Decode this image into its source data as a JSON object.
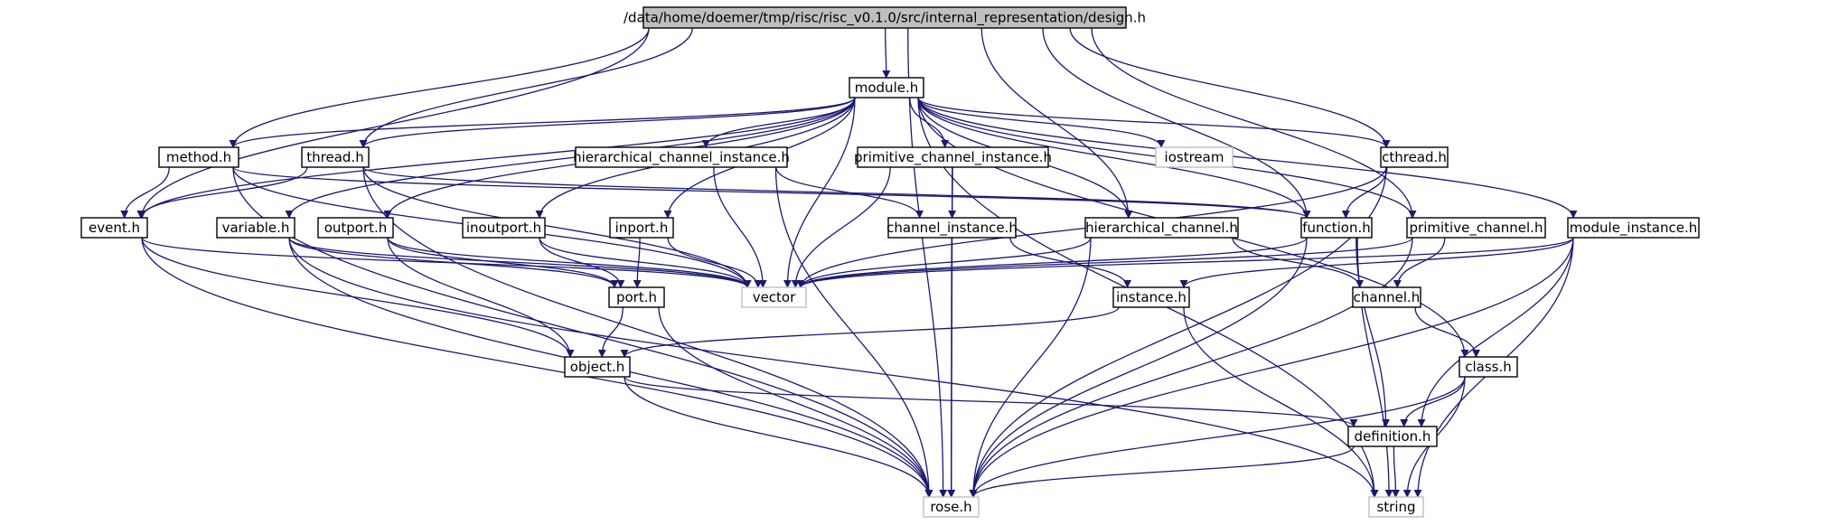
{
  "colors": {
    "edge": "#191970",
    "node_border": "#000000",
    "external_border": "#bfbfbf",
    "root_fill": "#bfbfbf",
    "node_fill": "#ffffff"
  },
  "nodes": [
    {
      "id": "design",
      "label": "/data/home/doemer/tmp/risc/risc_v0.1.0/src/internal_representation/design.h",
      "kind": "root"
    },
    {
      "id": "module",
      "label": "module.h",
      "kind": "file"
    },
    {
      "id": "method",
      "label": "method.h",
      "kind": "file"
    },
    {
      "id": "thread",
      "label": "thread.h",
      "kind": "file"
    },
    {
      "id": "hci",
      "label": "hierarchical_channel_instance.h",
      "kind": "file"
    },
    {
      "id": "pci",
      "label": "primitive_channel_instance.h",
      "kind": "file"
    },
    {
      "id": "iostream",
      "label": "iostream",
      "kind": "external"
    },
    {
      "id": "cthread",
      "label": "cthread.h",
      "kind": "file"
    },
    {
      "id": "event",
      "label": "event.h",
      "kind": "file"
    },
    {
      "id": "variable",
      "label": "variable.h",
      "kind": "file"
    },
    {
      "id": "outport",
      "label": "outport.h",
      "kind": "file"
    },
    {
      "id": "inoutport",
      "label": "inoutport.h",
      "kind": "file"
    },
    {
      "id": "inport",
      "label": "inport.h",
      "kind": "file"
    },
    {
      "id": "channel_instance",
      "label": "channel_instance.h",
      "kind": "file"
    },
    {
      "id": "hier_channel",
      "label": "hierarchical_channel.h",
      "kind": "file"
    },
    {
      "id": "function",
      "label": "function.h",
      "kind": "file"
    },
    {
      "id": "prim_channel",
      "label": "primitive_channel.h",
      "kind": "file"
    },
    {
      "id": "module_instance",
      "label": "module_instance.h",
      "kind": "file"
    },
    {
      "id": "vector",
      "label": "vector",
      "kind": "external"
    },
    {
      "id": "port",
      "label": "port.h",
      "kind": "file"
    },
    {
      "id": "instance",
      "label": "instance.h",
      "kind": "file"
    },
    {
      "id": "channel",
      "label": "channel.h",
      "kind": "file"
    },
    {
      "id": "object",
      "label": "object.h",
      "kind": "file"
    },
    {
      "id": "class",
      "label": "class.h",
      "kind": "file"
    },
    {
      "id": "definition",
      "label": "definition.h",
      "kind": "file"
    },
    {
      "id": "rose",
      "label": "rose.h",
      "kind": "external"
    },
    {
      "id": "string",
      "label": "string",
      "kind": "external"
    }
  ],
  "edges": [
    {
      "from": "design",
      "to": "module"
    },
    {
      "from": "design",
      "to": "method"
    },
    {
      "from": "design",
      "to": "thread"
    },
    {
      "from": "design",
      "to": "event"
    },
    {
      "from": "design",
      "to": "rose"
    },
    {
      "from": "design",
      "to": "cthread"
    },
    {
      "from": "design",
      "to": "prim_channel"
    },
    {
      "from": "design",
      "to": "function"
    },
    {
      "from": "design",
      "to": "hier_channel"
    },
    {
      "from": "module",
      "to": "method"
    },
    {
      "from": "module",
      "to": "thread"
    },
    {
      "from": "module",
      "to": "event"
    },
    {
      "from": "module",
      "to": "variable"
    },
    {
      "from": "module",
      "to": "outport"
    },
    {
      "from": "module",
      "to": "inoutport"
    },
    {
      "from": "module",
      "to": "inport"
    },
    {
      "from": "module",
      "to": "hci"
    },
    {
      "from": "module",
      "to": "pci"
    },
    {
      "from": "module",
      "to": "iostream"
    },
    {
      "from": "module",
      "to": "cthread"
    },
    {
      "from": "module",
      "to": "module_instance"
    },
    {
      "from": "module",
      "to": "class"
    },
    {
      "from": "module",
      "to": "vector"
    },
    {
      "from": "module",
      "to": "hier_channel"
    },
    {
      "from": "module",
      "to": "function"
    },
    {
      "from": "module",
      "to": "prim_channel"
    },
    {
      "from": "module",
      "to": "string"
    },
    {
      "from": "method",
      "to": "event"
    },
    {
      "from": "method",
      "to": "function"
    },
    {
      "from": "method",
      "to": "rose"
    },
    {
      "from": "method",
      "to": "vector"
    },
    {
      "from": "thread",
      "to": "event"
    },
    {
      "from": "thread",
      "to": "function"
    },
    {
      "from": "thread",
      "to": "rose"
    },
    {
      "from": "thread",
      "to": "vector"
    },
    {
      "from": "cthread",
      "to": "function"
    },
    {
      "from": "cthread",
      "to": "vector"
    },
    {
      "from": "cthread",
      "to": "rose"
    },
    {
      "from": "event",
      "to": "vector"
    },
    {
      "from": "event",
      "to": "object"
    },
    {
      "from": "event",
      "to": "rose"
    },
    {
      "from": "variable",
      "to": "vector"
    },
    {
      "from": "variable",
      "to": "port"
    },
    {
      "from": "variable",
      "to": "rose"
    },
    {
      "from": "variable",
      "to": "string"
    },
    {
      "from": "outport",
      "to": "port"
    },
    {
      "from": "outport",
      "to": "object"
    },
    {
      "from": "outport",
      "to": "vector"
    },
    {
      "from": "inoutport",
      "to": "port"
    },
    {
      "from": "inoutport",
      "to": "vector"
    },
    {
      "from": "inport",
      "to": "port"
    },
    {
      "from": "inport",
      "to": "vector"
    },
    {
      "from": "hci",
      "to": "channel_instance"
    },
    {
      "from": "hci",
      "to": "vector"
    },
    {
      "from": "hci",
      "to": "rose"
    },
    {
      "from": "pci",
      "to": "channel_instance"
    },
    {
      "from": "pci",
      "to": "vector"
    },
    {
      "from": "pci",
      "to": "rose"
    },
    {
      "from": "channel_instance",
      "to": "instance"
    },
    {
      "from": "channel_instance",
      "to": "rose"
    },
    {
      "from": "hier_channel",
      "to": "channel"
    },
    {
      "from": "hier_channel",
      "to": "vector"
    },
    {
      "from": "hier_channel",
      "to": "rose"
    },
    {
      "from": "function",
      "to": "vector"
    },
    {
      "from": "function",
      "to": "definition"
    },
    {
      "from": "function",
      "to": "rose"
    },
    {
      "from": "function",
      "to": "string"
    },
    {
      "from": "prim_channel",
      "to": "channel"
    },
    {
      "from": "prim_channel",
      "to": "vector"
    },
    {
      "from": "prim_channel",
      "to": "rose"
    },
    {
      "from": "module_instance",
      "to": "instance"
    },
    {
      "from": "module_instance",
      "to": "vector"
    },
    {
      "from": "module_instance",
      "to": "definition"
    },
    {
      "from": "module_instance",
      "to": "rose"
    },
    {
      "from": "module_instance",
      "to": "string"
    },
    {
      "from": "port",
      "to": "object"
    },
    {
      "from": "port",
      "to": "rose"
    },
    {
      "from": "instance",
      "to": "object"
    },
    {
      "from": "instance",
      "to": "string"
    },
    {
      "from": "channel",
      "to": "class"
    },
    {
      "from": "object",
      "to": "definition"
    },
    {
      "from": "object",
      "to": "rose"
    },
    {
      "from": "class",
      "to": "definition"
    },
    {
      "from": "class",
      "to": "rose"
    },
    {
      "from": "class",
      "to": "string"
    },
    {
      "from": "definition",
      "to": "rose"
    },
    {
      "from": "definition",
      "to": "string"
    }
  ]
}
